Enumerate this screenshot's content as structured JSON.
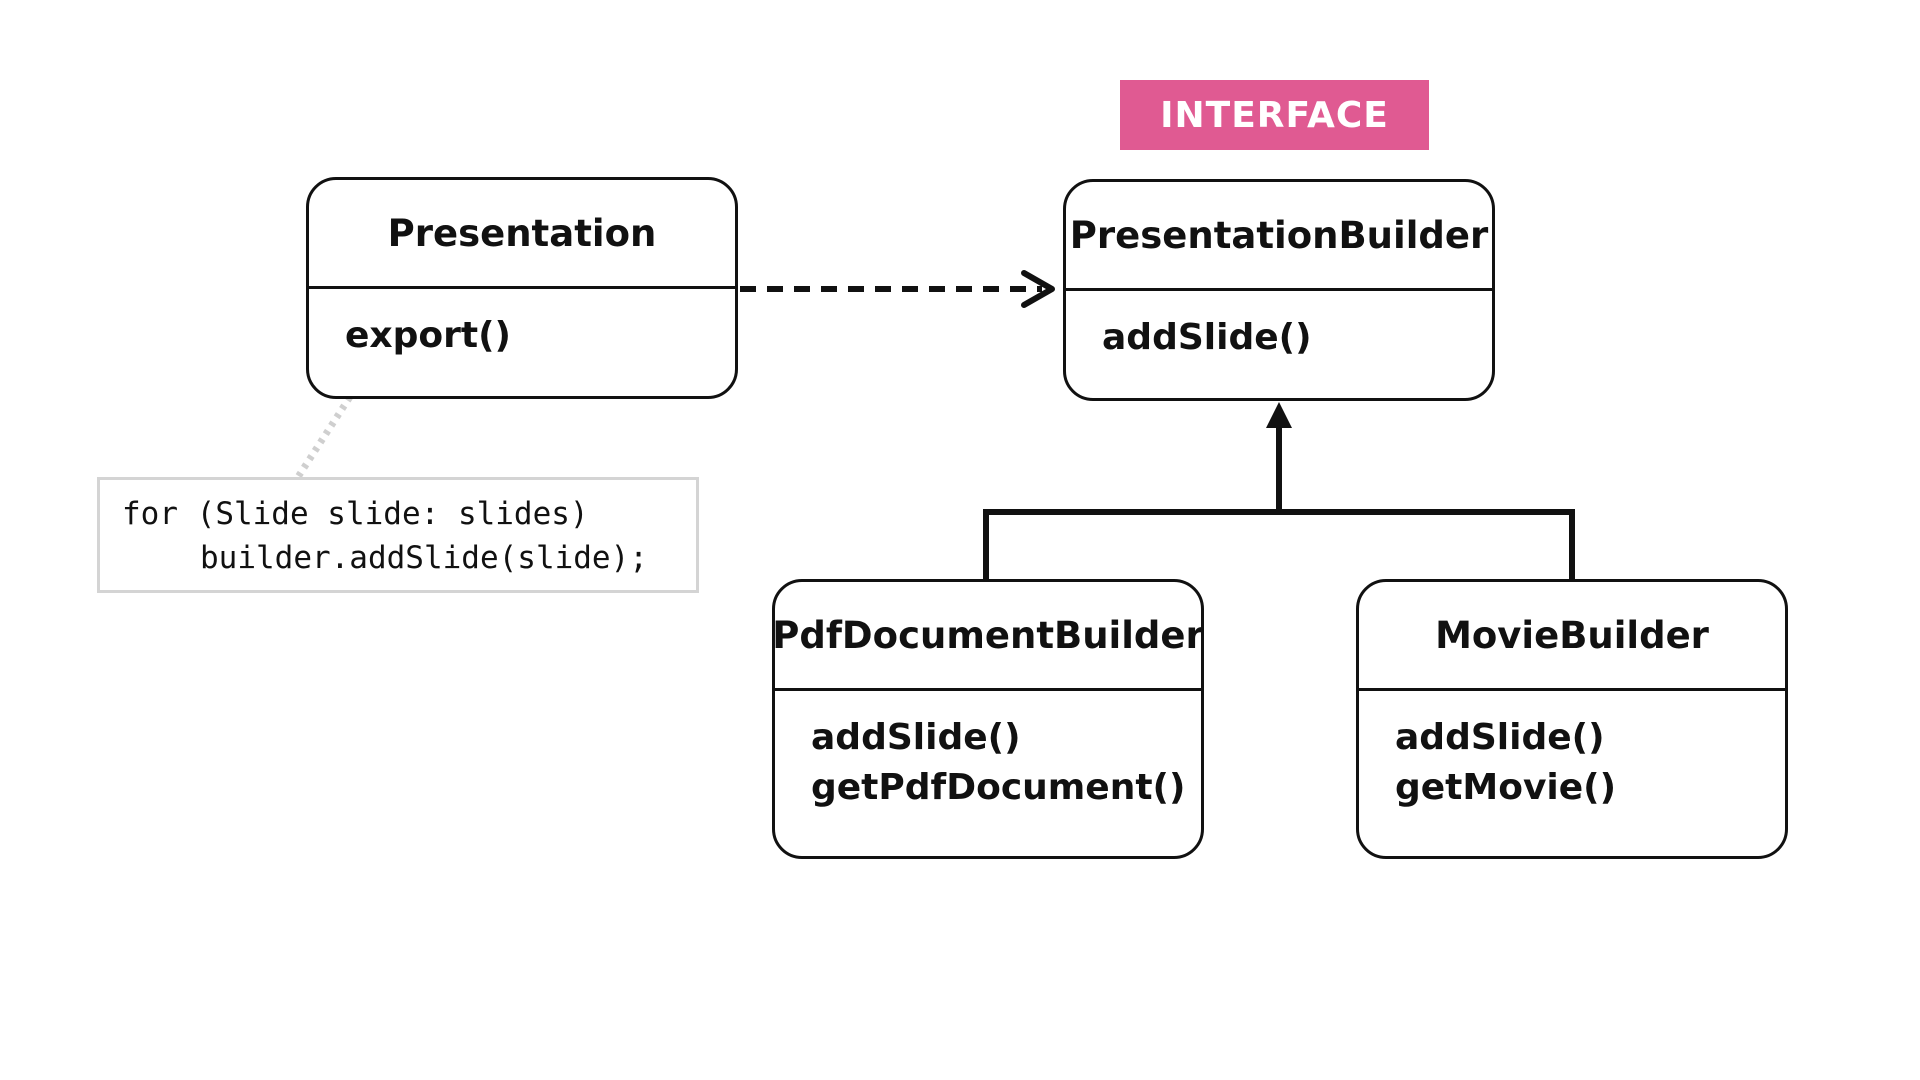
{
  "stereotype_label": "INTERFACE",
  "classes": {
    "presentation": {
      "name": "Presentation",
      "methods": [
        "export()"
      ]
    },
    "presentation_builder": {
      "name": "PresentationBuilder",
      "methods": [
        "addSlide()"
      ]
    },
    "pdf_document_builder": {
      "name": "PdfDocumentBuilder",
      "methods": [
        "addSlide()",
        "getPdfDocument()"
      ]
    },
    "movie_builder": {
      "name": "MovieBuilder",
      "methods": [
        "addSlide()",
        "getMovie()"
      ]
    }
  },
  "note": {
    "lines": [
      "for (Slide slide: slides)",
      "builder.addSlide(slide);"
    ]
  },
  "colors": {
    "stereotype_background": "#e05a92",
    "line": "#111111",
    "note_border": "#d4d4d4",
    "note_connector": "#cfcfcf"
  }
}
